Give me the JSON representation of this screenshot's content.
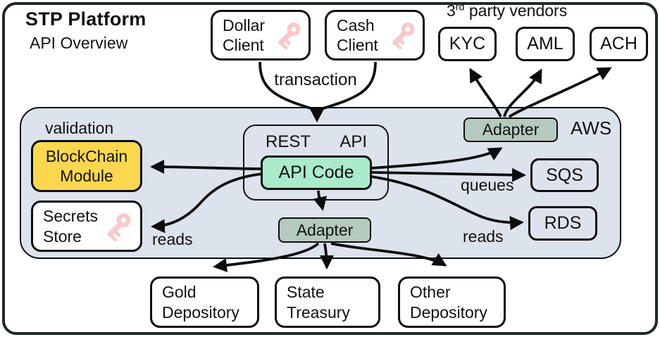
{
  "header": {
    "title": "STP Platform",
    "subtitle": "API Overview"
  },
  "clients": {
    "dollar": {
      "label": "Dollar Client",
      "icon": "key-icon"
    },
    "cash": {
      "label": "Cash Client",
      "icon": "key-icon"
    }
  },
  "vendors": {
    "heading": {
      "base": "3",
      "sup": "rd",
      "rest": " party vendors"
    },
    "items": [
      {
        "label": "KYC"
      },
      {
        "label": "AML"
      },
      {
        "label": "ACH"
      }
    ]
  },
  "aws": {
    "region_label": "AWS",
    "validation_label": "validation",
    "blockchain_label": "BlockChain Module",
    "secrets_label": "Secrets Store",
    "secrets_icon": "key-icon",
    "rest_label": "REST",
    "api_label": "API",
    "api_code_label": "API Code",
    "adapter_vendors_label": "Adapter",
    "adapter_depository_label": "Adapter",
    "sqs_label": "SQS",
    "rds_label": "RDS"
  },
  "edge_labels": {
    "transaction": "transaction",
    "queues": "queues",
    "reads_secrets": "reads",
    "reads_rds": "reads"
  },
  "depositories": {
    "gold": {
      "label": "Gold Depository"
    },
    "state": {
      "label": "State Treasury"
    },
    "other": {
      "label": "Other Depository"
    }
  },
  "colors": {
    "outer-border": "#1c2b27",
    "node-border": "#0d0d0d",
    "container-fill": "#dde3ec",
    "blockchain-fill": "#fbd74e",
    "api-code-fill": "#a9ebcb",
    "adapter-fill": "#b5c9bd",
    "key-pink": "#f8c9cb",
    "arrow": "#0d0d0d",
    "text": "#111111"
  }
}
